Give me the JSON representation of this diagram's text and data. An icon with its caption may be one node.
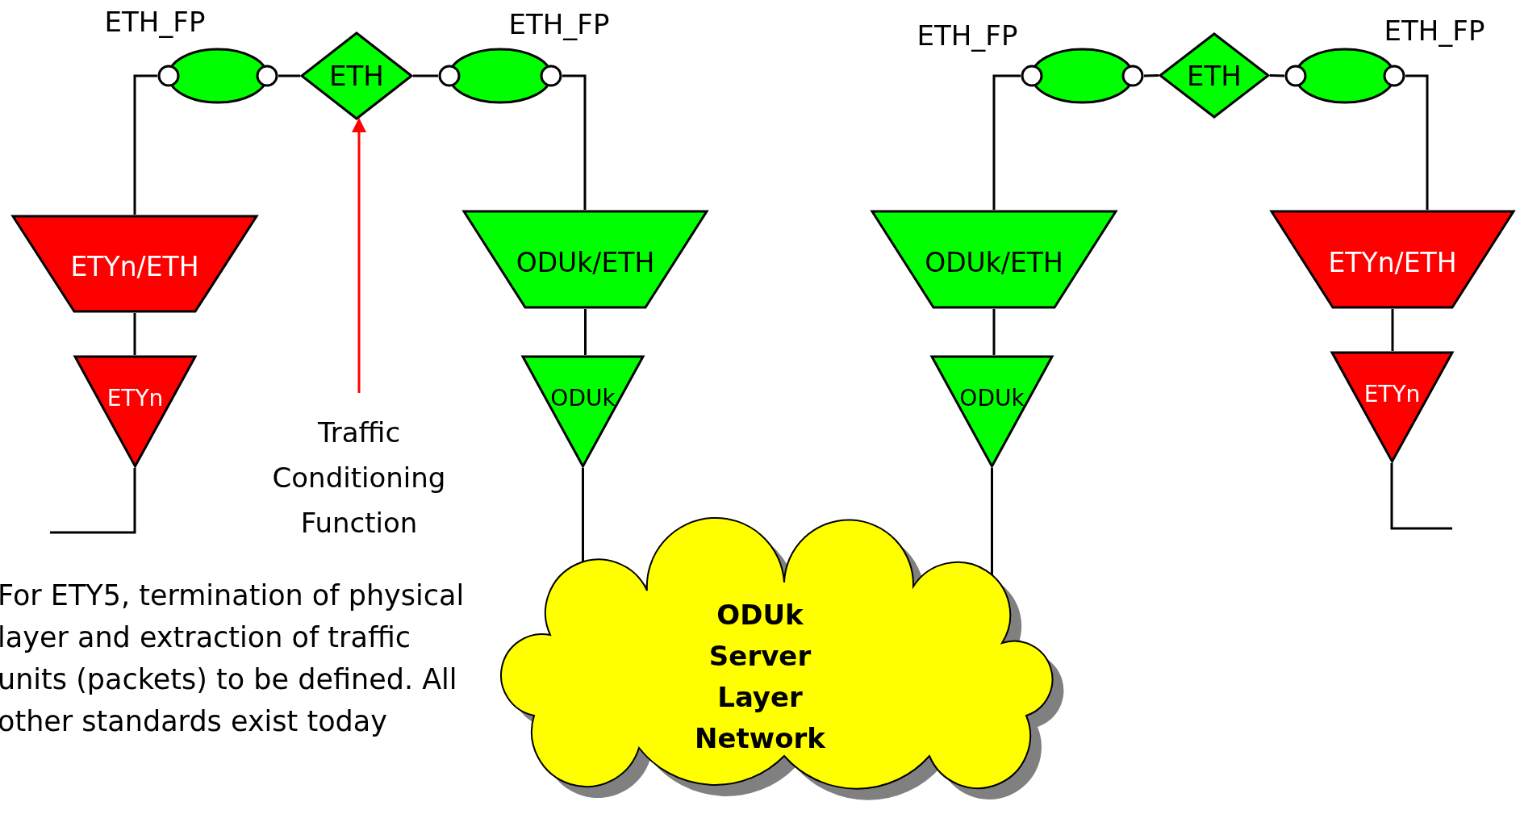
{
  "diagram": {
    "nodes": [
      {
        "text": [
          "ETH_FP"
        ]
      },
      {
        "text": [
          "ETH"
        ]
      },
      {
        "text": [
          "ETH_FP"
        ]
      },
      {
        "text": [
          "ETYn/ETH"
        ]
      },
      {
        "text": [
          "ETYn"
        ]
      },
      {
        "text": [
          "ODUk/ETH"
        ]
      },
      {
        "text": [
          "ODUk"
        ]
      },
      {
        "text": [
          "Traffic Conditioning Function"
        ]
      },
      {
        "text": [
          "ODUk Server Layer Network"
        ]
      },
      {
        "text": [
          "ETH_FP"
        ]
      },
      {
        "text": [
          "ETH"
        ]
      },
      {
        "text": [
          "ETH_FP"
        ]
      },
      {
        "text": [
          "ODUk/ETH"
        ]
      },
      {
        "text": [
          "ODUk"
        ]
      },
      {
        "text": [
          "ETYn/ETH"
        ]
      },
      {
        "text": [
          "ETYn"
        ]
      }
    ],
    "edges": [
      {
        "from": 0,
        "to": 1,
        "arrow": "none"
      },
      {
        "from": 1,
        "to": 2,
        "arrow": "none"
      },
      {
        "from": 0,
        "to": 3,
        "arrow": "none"
      },
      {
        "from": 3,
        "to": 4,
        "arrow": "none"
      },
      {
        "from": 4,
        "to": null,
        "arrow": "none"
      },
      {
        "from": 2,
        "to": 5,
        "arrow": "none"
      },
      {
        "from": 5,
        "to": 6,
        "arrow": "none"
      },
      {
        "from": 6,
        "to": 8,
        "arrow": "none"
      },
      {
        "from": 7,
        "to": 1,
        "arrow": "to",
        "color": "#ff0000"
      },
      {
        "from": 9,
        "to": 10,
        "arrow": "none"
      },
      {
        "from": 10,
        "to": 11,
        "arrow": "none"
      },
      {
        "from": 9,
        "to": 12,
        "arrow": "none"
      },
      {
        "from": 12,
        "to": 13,
        "arrow": "none"
      },
      {
        "from": 13,
        "to": 8,
        "arrow": "none"
      },
      {
        "from": 11,
        "to": 14,
        "arrow": "none"
      },
      {
        "from": 14,
        "to": 15,
        "arrow": "none"
      },
      {
        "from": 15,
        "to": null,
        "arrow": "none"
      }
    ],
    "labels": [
      "For ETY5, termination of physical layer and extraction of traffic units (packets) to be defined. All other standards exist today"
    ]
  }
}
